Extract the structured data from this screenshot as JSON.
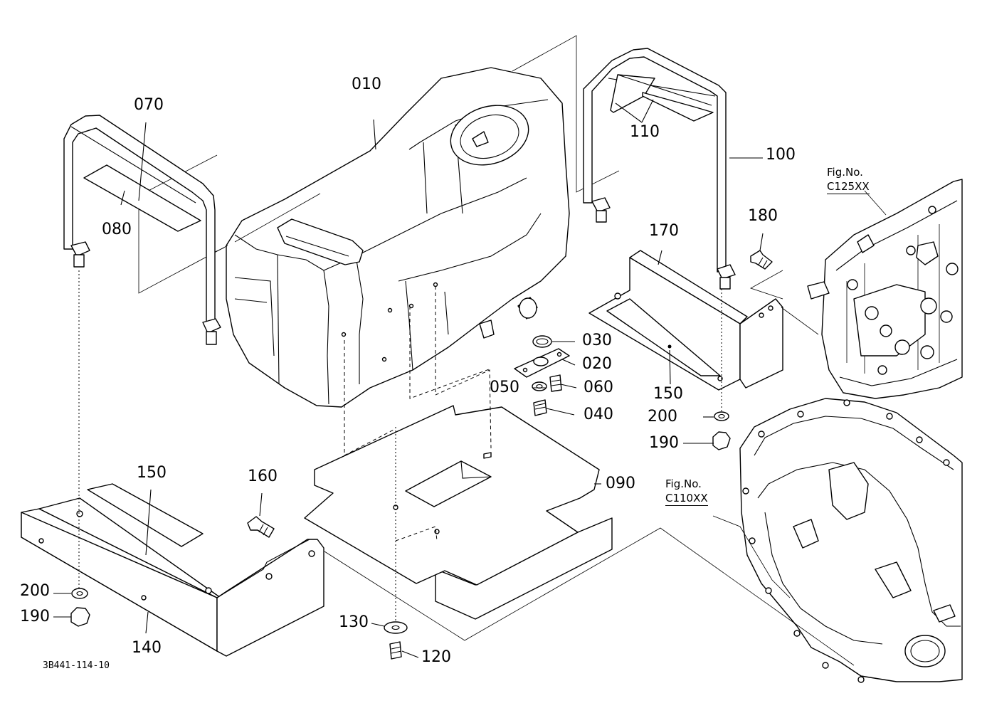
{
  "labels": {
    "p010": "010",
    "p020": "020",
    "p030": "030",
    "p040": "040",
    "p050": "050",
    "p060": "060",
    "p070": "070",
    "p080": "080",
    "p090": "090",
    "p100": "100",
    "p110": "110",
    "p120": "120",
    "p130": "130",
    "p140": "140",
    "p150a": "150",
    "p150b": "150",
    "p160": "160",
    "p170": "170",
    "p180": "180",
    "p190a": "190",
    "p190b": "190",
    "p200a": "200",
    "p200b": "200"
  },
  "figrefs": {
    "c125": {
      "line1": "Fig.No.",
      "line2": "C125XX"
    },
    "c110": {
      "line1": "Fig.No.",
      "line2": "C110XX"
    }
  },
  "document_number": "3B441-114-10"
}
